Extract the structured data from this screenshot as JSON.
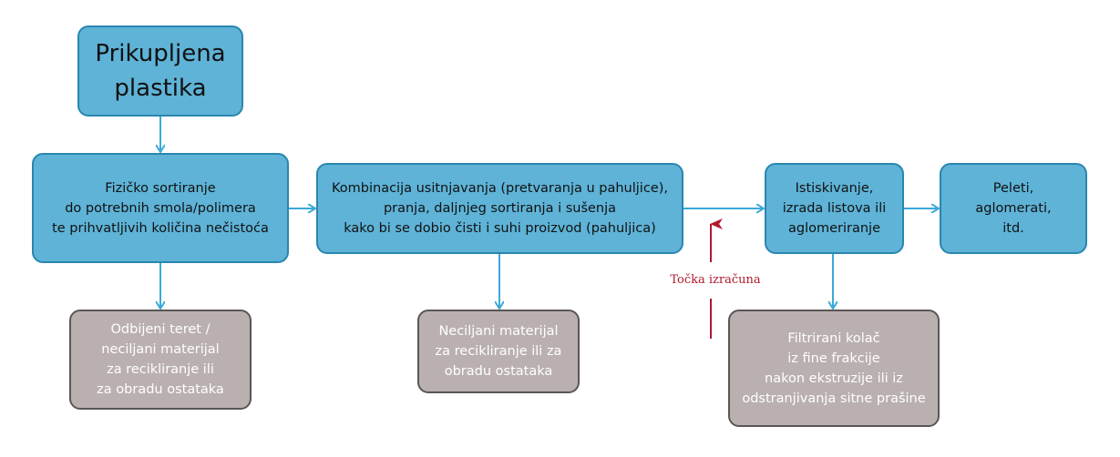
{
  "nodes": {
    "collected": "Prikupljena\nplastika",
    "sorting": "Fizičko sortiranje\ndo potrebnih smola/polimera\nte prihvatljivih količina nečistoća",
    "shredding": "Kombinacija usitnjavanja (pretvaranja u pahuljice),\npranja, daljnjeg sortiranja i sušenja\nkako bi se dobio čisti i suhi proizvod (pahuljica)",
    "extrusion": "Istiskivanje,\nizrada listova ili\naglomeriranje",
    "pellets": "Peleti,\naglomerati,\nitd.",
    "rejected": "Odbijeni teret /\nneciljani materijal\nza recikliranje ili\nza obradu ostataka",
    "nontarget": "Neciljani materijal\nza recikliranje ili za\nobradu ostataka",
    "filter_cake": "Filtrirani kolač\niz fine frakcije\nnakon ekstruzije ili iz\nodstranjivanja sitne prašine"
  },
  "calculation_point": "Točka izračuna",
  "colors": {
    "process": "#5eb3d7",
    "waste": "#bab0b0",
    "arrow": "#3aa9d8",
    "marker": "#b01a2c"
  }
}
